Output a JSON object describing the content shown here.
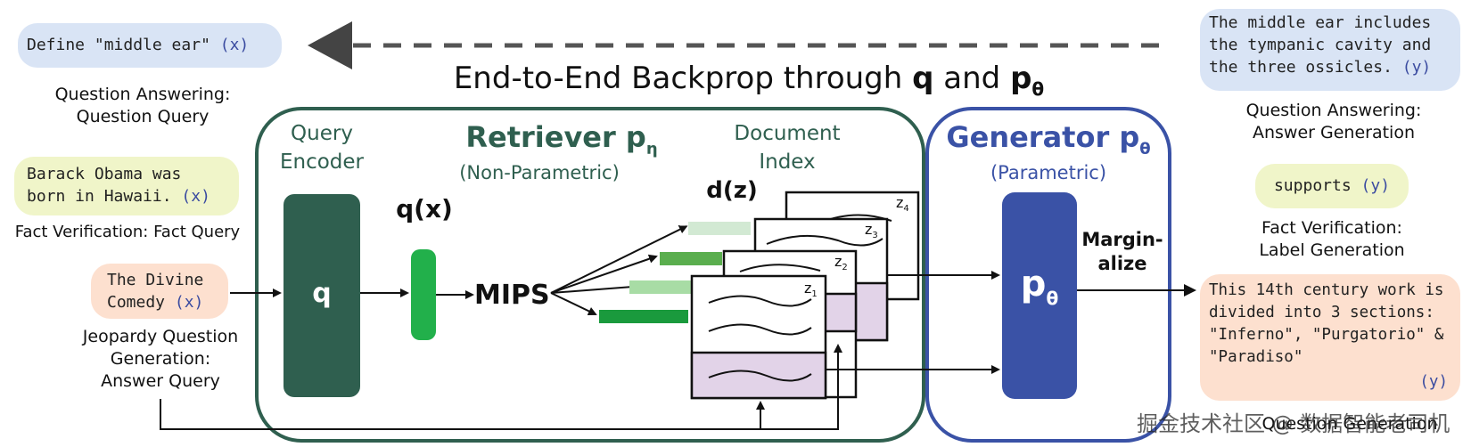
{
  "backprop_title_prefix": "End-to-End Backprop through ",
  "backprop_q": "q",
  "backprop_and": " and ",
  "backprop_p": "p",
  "backprop_theta": "θ",
  "inputs": [
    {
      "text": "Define \"middle ear\" ",
      "var": "(x)",
      "caption": "Question Answering: Question Query"
    },
    {
      "text": "Barack Obama was born in Hawaii. ",
      "var": "(x)",
      "caption": "Fact Verification: Fact Query"
    },
    {
      "text": "The Divine Comedy ",
      "var": "(x)",
      "caption": "Jeopardy Question Generation: Answer Query"
    }
  ],
  "outputs": [
    {
      "text": "The middle ear includes the tympanic cavity and the three ossicles. ",
      "var": "(y)",
      "caption": "Question Answering: Answer Generation"
    },
    {
      "text": "supports ",
      "var": "(y)",
      "caption": "Fact Verification: Label Generation"
    },
    {
      "text": "This 14th century work is divided into 3 sections: \"Inferno\", \"Purgatorio\" & \"Paradiso\"",
      "var": "(y)",
      "caption": "Question Generation"
    }
  ],
  "retriever": {
    "title": "Retriever p",
    "sub": "η",
    "subtitle": "(Non-Parametric)"
  },
  "query_encoder_label": "Query Encoder",
  "q_block": "q",
  "qx_label": "q(x)",
  "mips_label": "MIPS",
  "document_index_label": "Document Index",
  "dz_label": "d(z)",
  "doc_labels": [
    "z",
    "z",
    "z",
    "z"
  ],
  "doc_subs": [
    "4",
    "3",
    "2",
    "1"
  ],
  "generator": {
    "title": "Generator p",
    "sub": "θ",
    "subtitle": "(Parametric)"
  },
  "p_block": "p",
  "p_block_sub": "θ",
  "marginalize_label": "Margin- alize",
  "watermark": "掘金技术社区 @ 数据智能老司机",
  "colors": {
    "retriever": "#2f5f4f",
    "generator": "#3a52a6",
    "green": "#22b04b",
    "lavender": "#e2d3e8"
  }
}
